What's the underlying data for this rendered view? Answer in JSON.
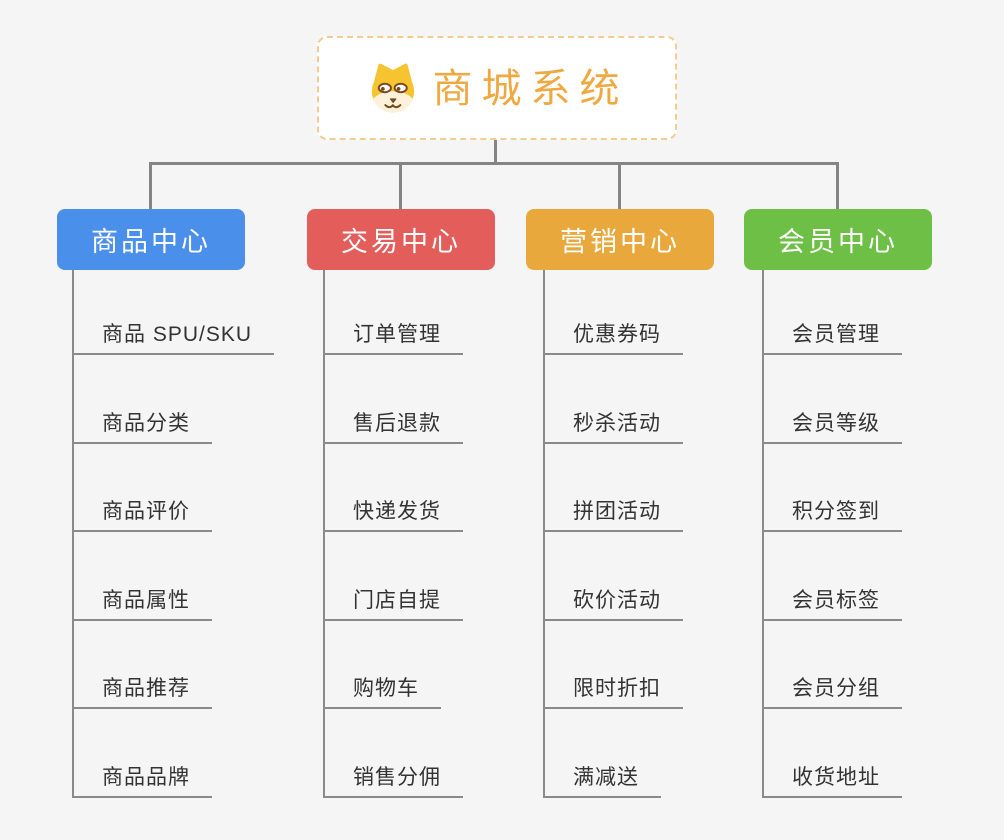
{
  "page": {
    "background_color": "#F5F5F5",
    "connector_color": "#848484"
  },
  "root": {
    "label": "商城系统",
    "icon": "dog-face-icon",
    "text_color": "#EFA943",
    "border_color": "#F3CD8F"
  },
  "branches": [
    {
      "label": "商品中心",
      "color": "#4A8FE9",
      "items": [
        "商品 SPU/SKU",
        "商品分类",
        "商品评价",
        "商品属性",
        "商品推荐",
        "商品品牌"
      ]
    },
    {
      "label": "交易中心",
      "color": "#E35D5B",
      "items": [
        "订单管理",
        "售后退款",
        "快递发货",
        "门店自提",
        "购物车",
        "销售分佣"
      ]
    },
    {
      "label": "营销中心",
      "color": "#E8A83C",
      "items": [
        "优惠券码",
        "秒杀活动",
        "拼团活动",
        "砍价活动",
        "限时折扣",
        "满减送"
      ]
    },
    {
      "label": "会员中心",
      "color": "#6DBF45",
      "items": [
        "会员管理",
        "会员等级",
        "积分签到",
        "会员标签",
        "会员分组",
        "收货地址"
      ]
    }
  ]
}
